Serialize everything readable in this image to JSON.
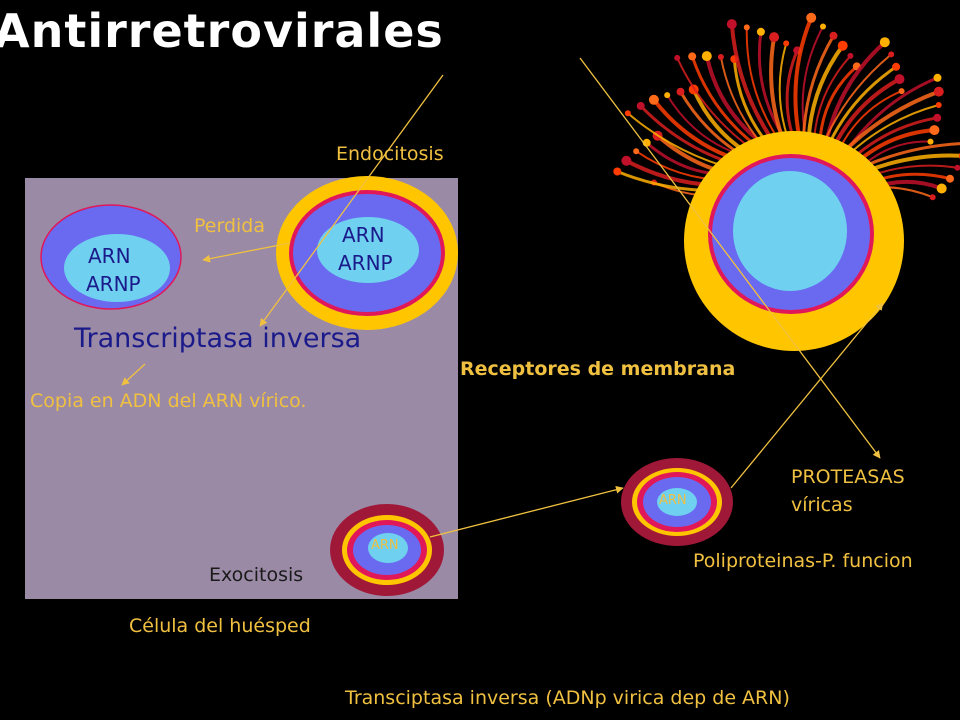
{
  "title": "Antirretrovirales",
  "labels": {
    "endocitosis": "Endocitosis",
    "perdida": "Perdida",
    "transcriptasa": "Transcriptasa inversa",
    "copia": "Copia en ADN del ARN vírico.",
    "receptores": "Receptores de membrana",
    "proteasas_line1": "PROTEASAS",
    "proteasas_line2": "víricas",
    "poliproteinas": "Poliproteinas-P. funcion",
    "exocitosis": "Exocitosis",
    "celula": "Célula del huésped",
    "bottom": "Transciptasa inversa (ADNp virica dep de ARN)"
  },
  "cells": {
    "inner_left_line1": "ARN",
    "inner_left_line2": "ARNP",
    "endo_line1": "ARN",
    "endo_line2": "ARNP",
    "exo_small": "ARN",
    "right_small": "ARN"
  },
  "colors": {
    "background": "#000000",
    "host_cell": "#9b8aa6",
    "label": "#f0c040",
    "blue_text": "#1a1a8a",
    "membrane_blue": "#6a6af0",
    "core_cyan": "#6fd0f0",
    "ring_yellow": "#ffc600",
    "ring_red": "#e0185a",
    "ring_maroon": "#a01838"
  }
}
